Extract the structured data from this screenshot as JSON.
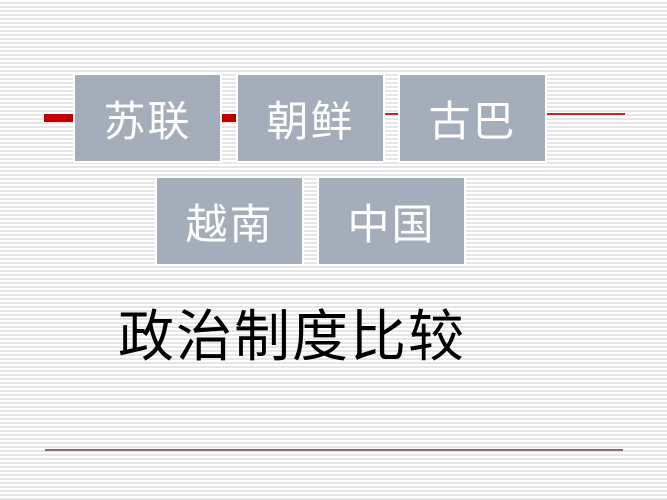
{
  "slide": {
    "boxes": [
      {
        "label": "苏联"
      },
      {
        "label": "朝鲜"
      },
      {
        "label": "古巴"
      },
      {
        "label": "越南"
      },
      {
        "label": "中国"
      }
    ],
    "title": "政治制度比较"
  },
  "colors": {
    "box_fill": "#a3aeba",
    "box_text": "#ffffff",
    "accent_red": "#c00000",
    "title_text": "#000000"
  }
}
